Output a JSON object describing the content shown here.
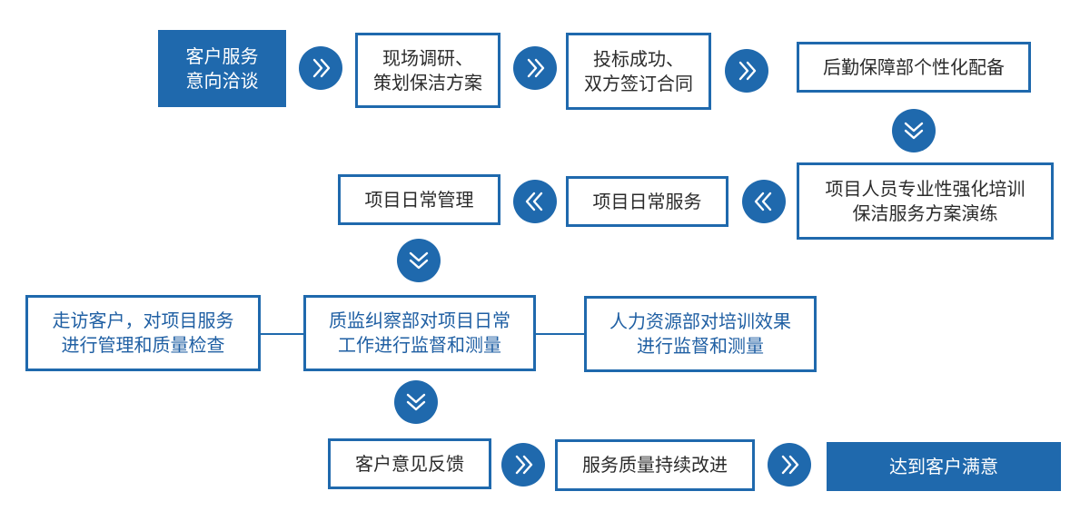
{
  "flow": {
    "row1": {
      "step1": "客户服务\n意向洽谈",
      "step2": "现场调研、\n策划保洁方案",
      "step3": "投标成功、\n双方签订合同",
      "step4": "后勤保障部个性化配备"
    },
    "row2": {
      "step5": "项目人员专业性强化培训\n保洁服务方案演练",
      "step6": "项目日常服务",
      "step7": "项目日常管理"
    },
    "row3": {
      "left": "走访客户，对项目服务\n进行管理和质量检查",
      "center": "质监纠察部对项目日常\n工作进行监督和测量",
      "right": "人力资源部对培训效果\n进行监督和测量"
    },
    "row4": {
      "step8": "客户意见反馈",
      "step9": "服务质量持续改进",
      "step10": "达到客户满意"
    }
  },
  "icons": {
    "right": "double-chevron-right-icon",
    "left": "double-chevron-left-icon",
    "down": "double-chevron-down-icon"
  },
  "colors": {
    "primary": "#1f69ad",
    "text": "#2b2b2b",
    "accent_text": "#1f5fa3",
    "background": "#ffffff"
  }
}
